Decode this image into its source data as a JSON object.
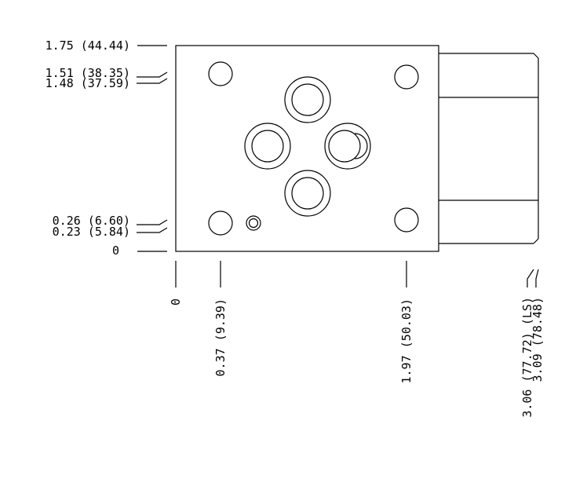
{
  "dims": {
    "vertical": {
      "d1": "1.75 (44.44)",
      "d2": "1.51 (38.35)",
      "d3": "1.48 (37.59)",
      "d4": "0.26 (6.60)",
      "d5": "0.23 (5.84)",
      "d6": "0"
    },
    "horizontal": {
      "h0": "0",
      "h1": "0.37 (9.39)",
      "h2": "1.97 (50.03)",
      "h3": "3.06 (77.72) (LS)",
      "h4": "3.09 (78.48)"
    }
  }
}
